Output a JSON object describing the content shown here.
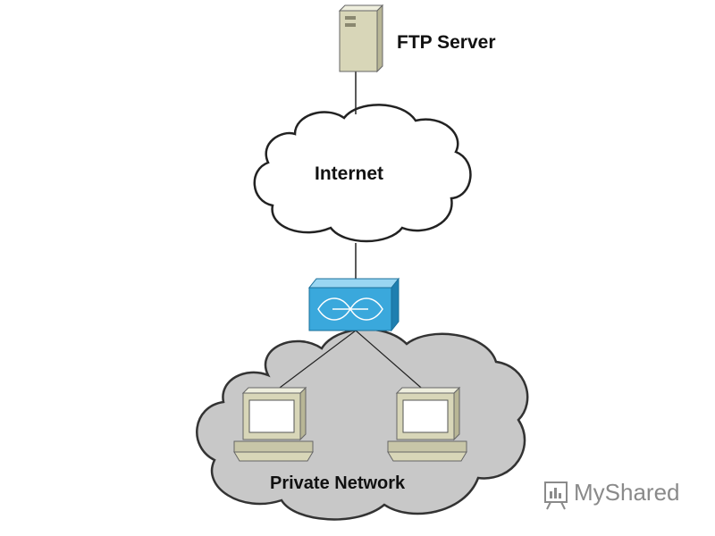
{
  "diagram": {
    "nodes": {
      "ftp_server": {
        "label": "FTP Server"
      },
      "internet": {
        "label": "Internet"
      },
      "firewall": {
        "label": ""
      },
      "private_network": {
        "label": "Private Network"
      },
      "pc_left": {
        "label": ""
      },
      "pc_right": {
        "label": ""
      }
    },
    "edges": [
      {
        "from": "ftp_server",
        "to": "internet"
      },
      {
        "from": "internet",
        "to": "firewall"
      },
      {
        "from": "firewall",
        "to": "pc_left"
      },
      {
        "from": "firewall",
        "to": "pc_right"
      }
    ]
  },
  "watermark": {
    "text": "MyShared"
  },
  "colors": {
    "server_body": "#d8d6b8",
    "internet_cloud": "#ffffff",
    "private_cloud": "#c8c8c8",
    "firewall": "#3aa8dc",
    "pc_body": "#d8d6b8",
    "line": "#222222"
  }
}
